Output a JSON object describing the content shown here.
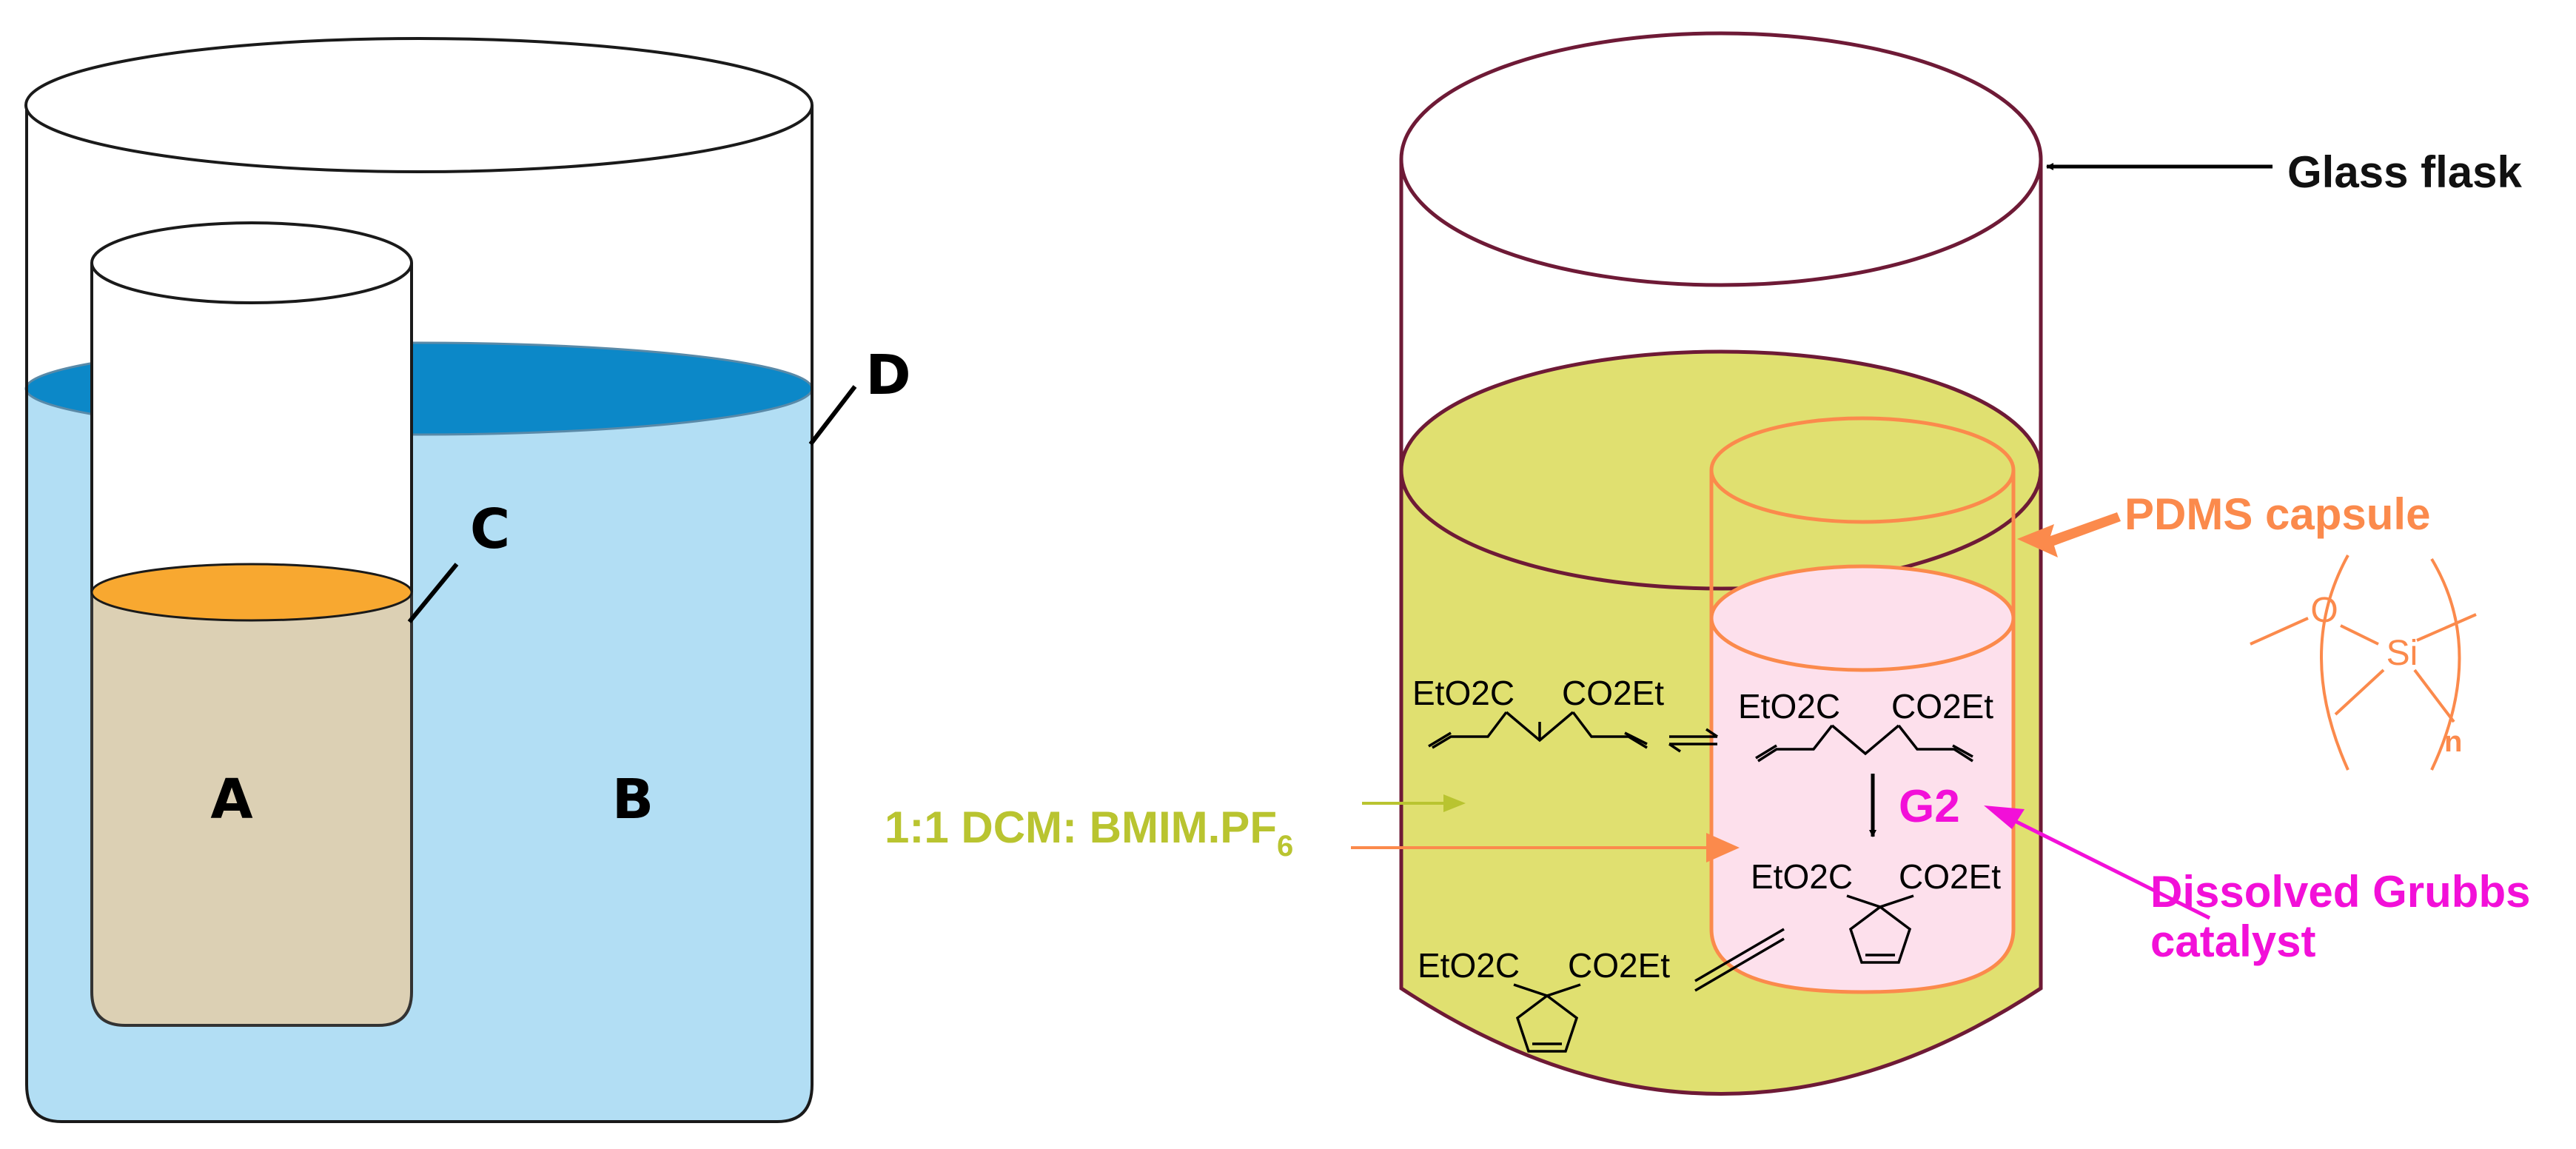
{
  "left_diagram": {
    "labels": {
      "a": "A",
      "b": "B",
      "c": "C",
      "d": "D"
    }
  },
  "right_diagram": {
    "glass_flask_label": "Glass flask",
    "pdms_capsule_label": "PDMS capsule",
    "solvent_label_main": "1:1 DCM: BMIM.PF",
    "solvent_label_sub": "6",
    "catalyst_short": "G2",
    "catalyst_label_line1": "Dissolved Grubbs",
    "catalyst_label_line2": "catalyst",
    "pdms_structure": {
      "o": "O",
      "si": "Si",
      "n": "n"
    },
    "substrate": {
      "left_group": "EtO2C",
      "right_group": "CO2Et"
    },
    "product": {
      "left_group": "EtO2C",
      "right_group": "CO2Et"
    },
    "colors": {
      "outer_liquid_left": "#b2def4",
      "outer_liquid_surface_left": "#0c88c8",
      "inner_liquid_left": "#dcd0b4",
      "inner_liquid_surface_left": "#f8a830",
      "flask_outline_right": "#6e1a36",
      "yellow_solvent": "#e0e070",
      "capsule_orange": "#fb8a4c",
      "capsule_interior": "#fde0ec",
      "magenta": "#f210d8",
      "olive_label": "#b9c430"
    }
  }
}
